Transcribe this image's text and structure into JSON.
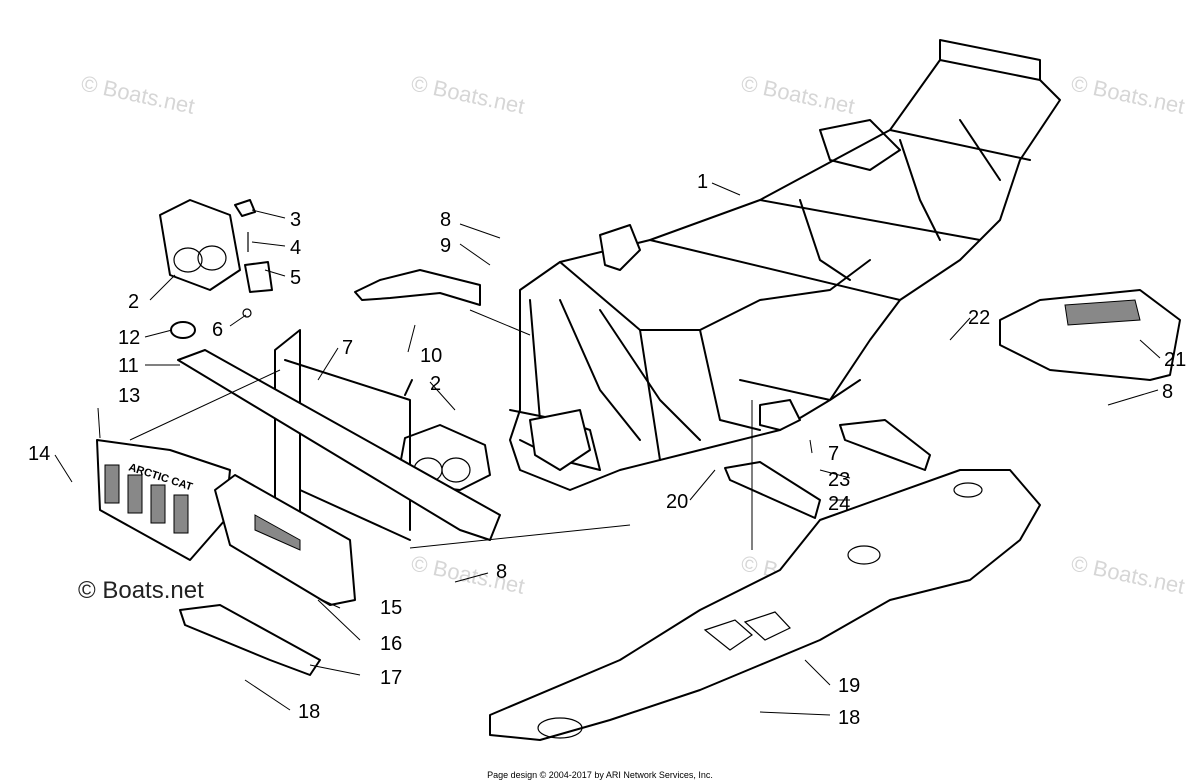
{
  "watermarks": [
    "© Boats.net",
    "© Boats.net",
    "© Boats.net",
    "© Boats.net",
    "© Boats.net",
    "© Boats.net",
    "© Boats.net"
  ],
  "logo_watermark": "© Boats.net",
  "grille_logo": "ARCTIC CAT",
  "footer": "Page design © 2004-2017 by ARI Network Services, Inc.",
  "callouts": {
    "c1": "1",
    "c2a": "2",
    "c2b": "2",
    "c3": "3",
    "c4": "4",
    "c5": "5",
    "c6": "6",
    "c7a": "7",
    "c7b": "7",
    "c8a": "8",
    "c8b": "8",
    "c8c": "8",
    "c9": "9",
    "c10": "10",
    "c11": "11",
    "c12": "12",
    "c13": "13",
    "c14": "14",
    "c15": "15",
    "c16": "16",
    "c17": "17",
    "c18a": "18",
    "c18b": "18",
    "c19": "19",
    "c20": "20",
    "c21": "21",
    "c22": "22",
    "c23": "23",
    "c24": "24"
  }
}
